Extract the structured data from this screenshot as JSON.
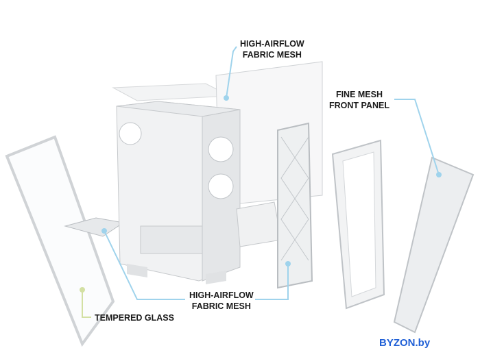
{
  "labels": {
    "top_mesh": {
      "line1": "HIGH-AIRFLOW",
      "line2": "FABRIC MESH"
    },
    "front_panel": {
      "line1": "FINE MESH",
      "line2": "FRONT PANEL"
    },
    "bottom_mesh": {
      "line1": "HIGH-AIRFLOW",
      "line2": "FABRIC MESH"
    },
    "glass": "TEMPERED GLASS"
  },
  "brand": "BYZON.by",
  "colors": {
    "leader_blue": "#9fd3ec",
    "leader_green": "#d3e0a3",
    "brand": "#1f5fd6"
  }
}
